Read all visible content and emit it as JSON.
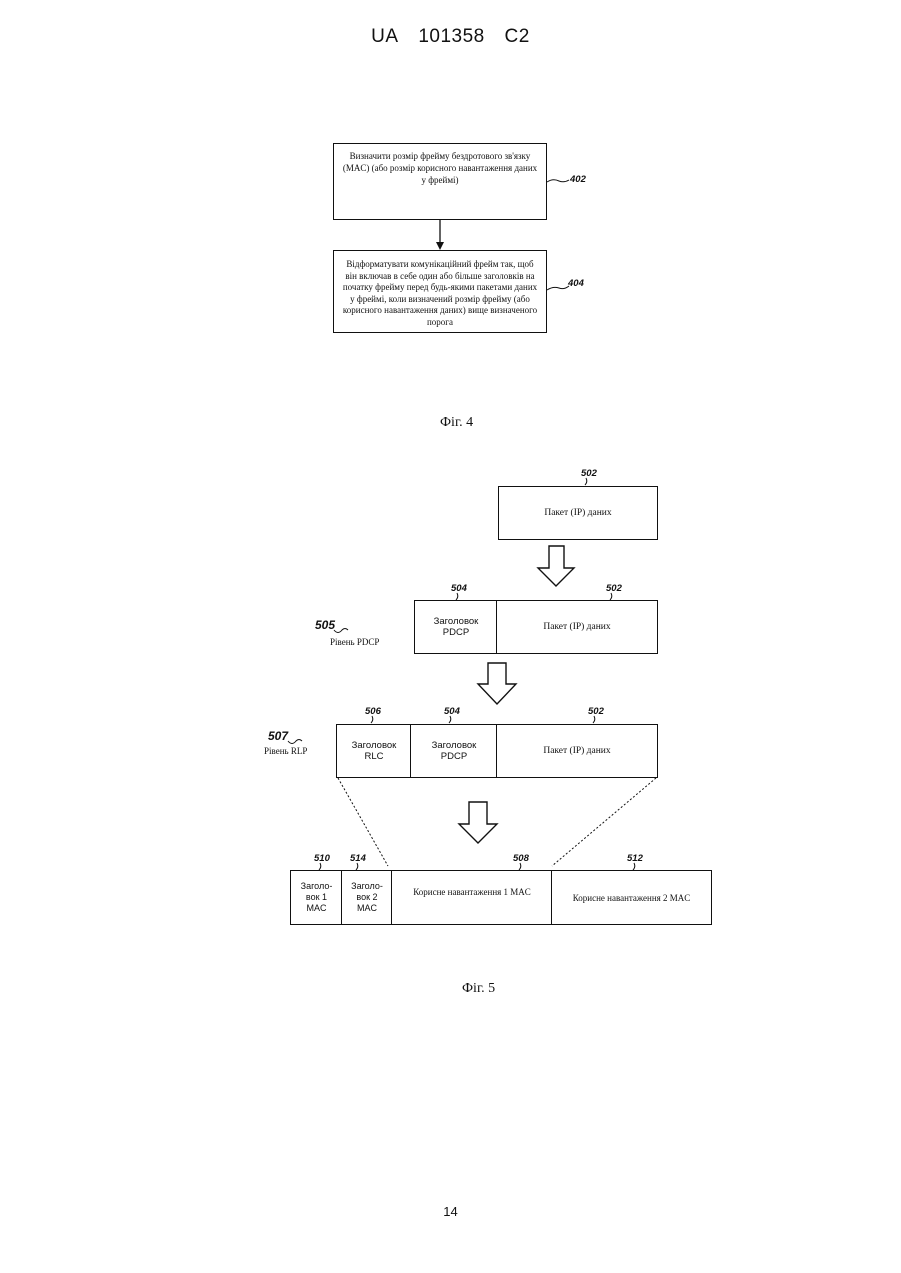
{
  "header": {
    "country": "UA",
    "number": "101358",
    "kind": "C2"
  },
  "fig4": {
    "box402": {
      "ref": "402",
      "text": "Визначити розмір фрейму бездротового зв'язку (MAC) (або розмір корисного навантаження даних у фреймі)"
    },
    "box404": {
      "ref": "404",
      "text": "Відформатувати комунікаційний фрейм так, щоб він включав в себе один або більше заголовків на початку фрейму перед будь-якими пакетами даних у фреймі, коли визначений розмір фрейму (або корисного навантаження даних) вище визначеного порога"
    },
    "caption": "Фіг. 4"
  },
  "fig5": {
    "ip_packet": {
      "ref": "502",
      "label": "Пакет (IP) даних"
    },
    "pdcp_level": {
      "ref": "505",
      "label": "Рівень PDCP",
      "header_ref": "504",
      "header_label": "Заголовок PDCP",
      "packet_ref": "502",
      "packet_label": "Пакет (IP) даних"
    },
    "rlp_level": {
      "ref": "507",
      "label": "Рівень RLP",
      "rlc_ref": "506",
      "rlc_label": "Заголовок RLC",
      "pdcp_ref": "504",
      "pdcp_label": "Заголовок PDCP",
      "packet_ref": "502",
      "packet_label": "Пакет (IP) даних"
    },
    "mac_frame": {
      "h1_ref": "510",
      "h1_label": "Заголо-вок 1 MAC",
      "h2_ref": "514",
      "h2_label": "Заголо-вок 2 MAC",
      "p1_ref": "508",
      "p1_label": "Корисне навантаження 1 MAC",
      "p2_ref": "512",
      "p2_label": "Корисне навантаження 2 MAC"
    },
    "caption": "Фіг. 5"
  },
  "page_number": "14"
}
